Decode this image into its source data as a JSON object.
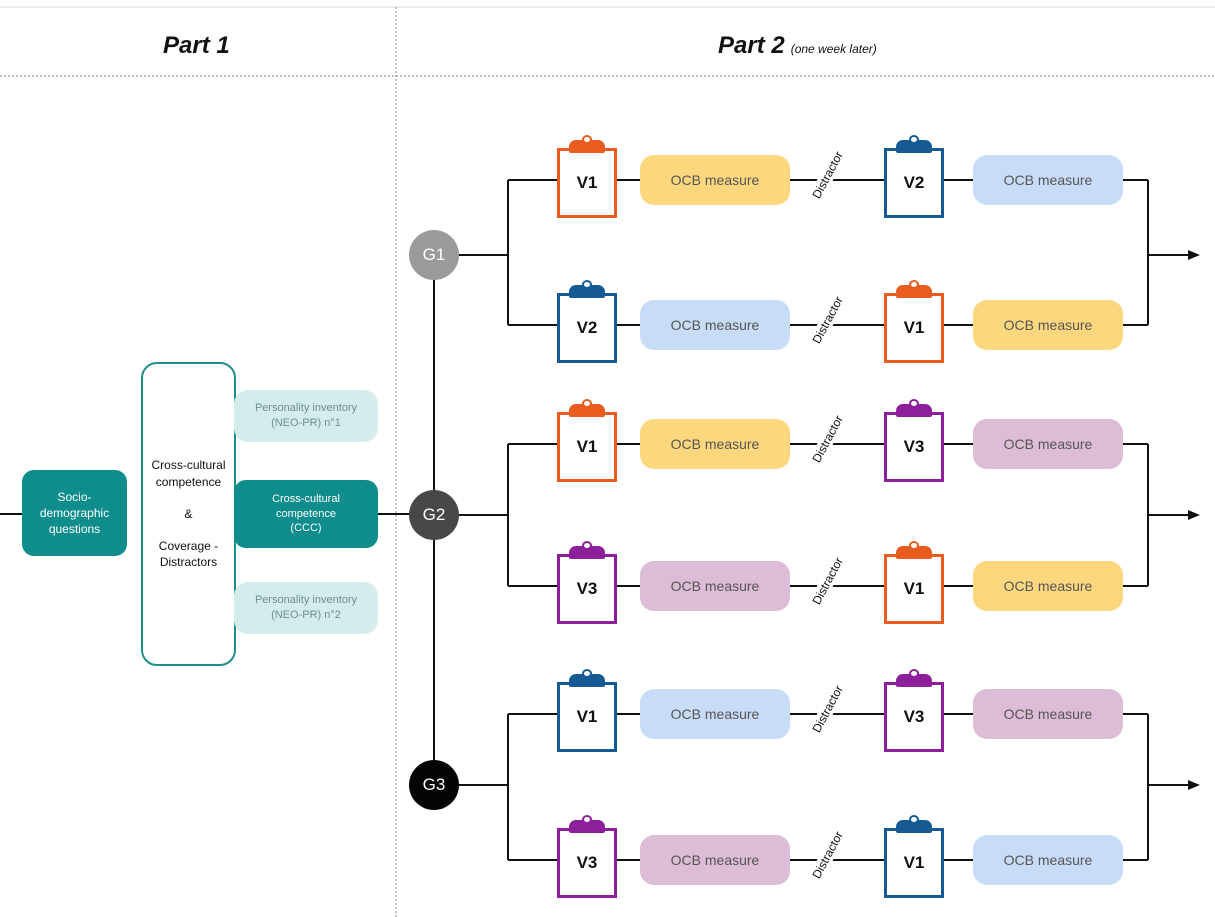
{
  "header": {
    "part1_title": "Part 1",
    "part2_title": "Part 2",
    "part2_subtitle": "(one week later)"
  },
  "part1": {
    "socio": "Socio-\ndemographic\nquestions",
    "cross_outline": "Cross-cultural\ncompetence\n\n&\n\nCoverage -\nDistractors",
    "personality1": "Personality inventory\n(NEO-PR) n°1",
    "ccc": "Cross-cultural\ncompetence\n(CCC)",
    "personality2": "Personality inventory\n(NEO-PR) n°2"
  },
  "groups": [
    {
      "label": "G1",
      "color": "#9a9a9a",
      "rows": [
        {
          "v_a": "V1",
          "v_a_color": "orange",
          "ocb_a": "OCB measure",
          "ocb_a_color": "yellow",
          "distractor": "Distractor",
          "v_b": "V2",
          "v_b_color": "navy",
          "ocb_b": "OCB measure",
          "ocb_b_color": "blue"
        },
        {
          "v_a": "V2",
          "v_a_color": "navy",
          "ocb_a": "OCB measure",
          "ocb_a_color": "blue",
          "distractor": "Distractor",
          "v_b": "V1",
          "v_b_color": "orange",
          "ocb_b": "OCB measure",
          "ocb_b_color": "yellow"
        }
      ]
    },
    {
      "label": "G2",
      "color": "#484848",
      "rows": [
        {
          "v_a": "V1",
          "v_a_color": "orange",
          "ocb_a": "OCB measure",
          "ocb_a_color": "yellow",
          "distractor": "Distractor",
          "v_b": "V3",
          "v_b_color": "purple",
          "ocb_b": "OCB measure",
          "ocb_b_color": "purple"
        },
        {
          "v_a": "V3",
          "v_a_color": "purple",
          "ocb_a": "OCB measure",
          "ocb_a_color": "purple",
          "distractor": "Distractor",
          "v_b": "V1",
          "v_b_color": "orange",
          "ocb_b": "OCB measure",
          "ocb_b_color": "yellow"
        }
      ]
    },
    {
      "label": "G3",
      "color": "#050505",
      "rows": [
        {
          "v_a": "V1",
          "v_a_color": "navy",
          "ocb_a": "OCB measure",
          "ocb_a_color": "blue",
          "distractor": "Distractor",
          "v_b": "V3",
          "v_b_color": "purple",
          "ocb_b": "OCB measure",
          "ocb_b_color": "purple"
        },
        {
          "v_a": "V3",
          "v_a_color": "purple",
          "ocb_a": "OCB measure",
          "ocb_a_color": "purple",
          "distractor": "Distractor",
          "v_b": "V1",
          "v_b_color": "navy",
          "ocb_b": "OCB measure",
          "ocb_b_color": "blue"
        }
      ]
    }
  ]
}
